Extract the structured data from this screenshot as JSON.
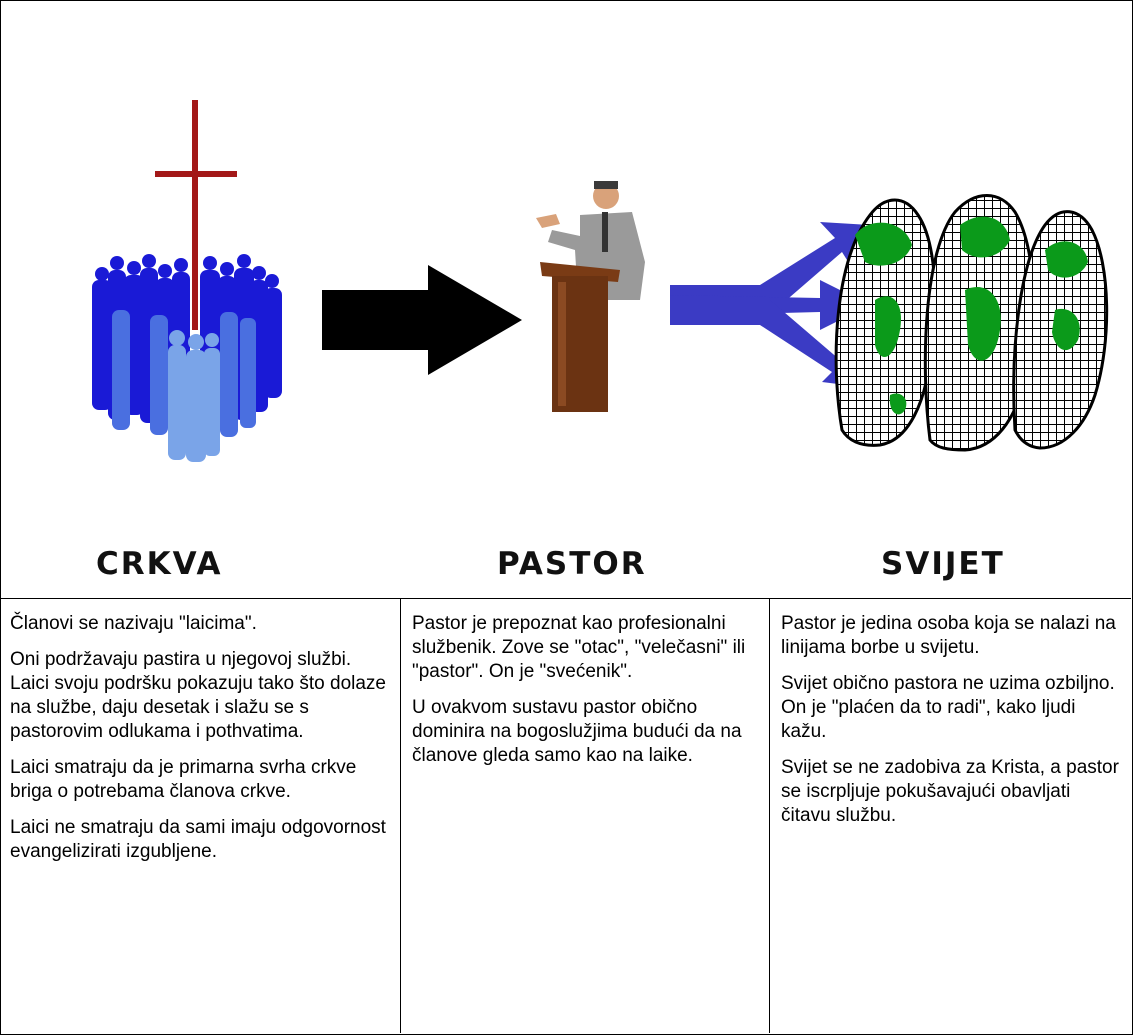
{
  "labels": {
    "church": "CRKVA",
    "pastor": "PASTOR",
    "world": "SVIJET"
  },
  "columns": [
    {
      "paragraphs": [
        "Članovi se nazivaju \"laicima\".",
        "Oni podržavaju pastira u njegovoj službi. Laici svoju podršku pokazuju tako što dolaze na službe, daju desetak i slažu se s pastorovim odlukama i pothvatima.",
        "Laici smatraju da je primarna svrha crkve briga o potrebama članova crkve.",
        "Laici ne smatraju da sami imaju odgovornost evangelizirati izgubljene."
      ]
    },
    {
      "paragraphs": [
        "Pastor je prepoznat kao profesionalni službenik. Zove se \"otac\", \"velečasni\" ili \"pastor\". On je \"svećenik\".",
        "U ovakvom sustavu pastor obično dominira na bogoslužjima budući da na članove gleda samo kao na laike."
      ]
    },
    {
      "paragraphs": [
        "Pastor je jedina osoba koja se nalazi na linijama borbe u svijetu.",
        "Svijet obično pastora ne uzima ozbiljno. On je \"plaćen da to radi\", kako ljudi kažu.",
        "Svijet se ne zadobiva za Krista, a pastor se iscrpljuje pokušavajući obavljati čitavu službu."
      ]
    }
  ],
  "colors": {
    "cross": "#a31818",
    "crowd_dark": "#1a1ad6",
    "crowd_light": "#7aa4e8",
    "arrow_black": "#000000",
    "arrow_blue": "#3b3bc4",
    "pulpit": "#6b3312",
    "globe_land": "#0b9a1a"
  },
  "icons": [
    "cross-icon",
    "crowd-icon",
    "arrow-right-icon",
    "preacher-icon",
    "pulpit-icon",
    "split-arrow-icon",
    "globe-icon"
  ]
}
